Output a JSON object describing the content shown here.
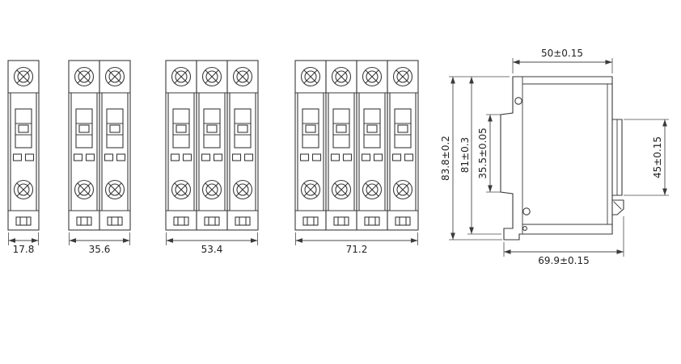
{
  "drawing": {
    "colors": {
      "line": "#3a3a3a",
      "background": "#ffffff"
    },
    "front_views": [
      {
        "poles": 1,
        "width_dim": "17.8"
      },
      {
        "poles": 2,
        "width_dim": "35.6"
      },
      {
        "poles": 3,
        "width_dim": "53.4"
      },
      {
        "poles": 4,
        "width_dim": "71.2"
      }
    ],
    "side_view": {
      "top_width_dim": "50±0.15",
      "overall_height_dim": "83.8±0.2",
      "body_height_dim": "81±0.3",
      "front_window_height_dim": "35.5±0.05",
      "rail_height_dim": "45±0.15",
      "overall_depth_dim": "69.9±0.15"
    }
  }
}
